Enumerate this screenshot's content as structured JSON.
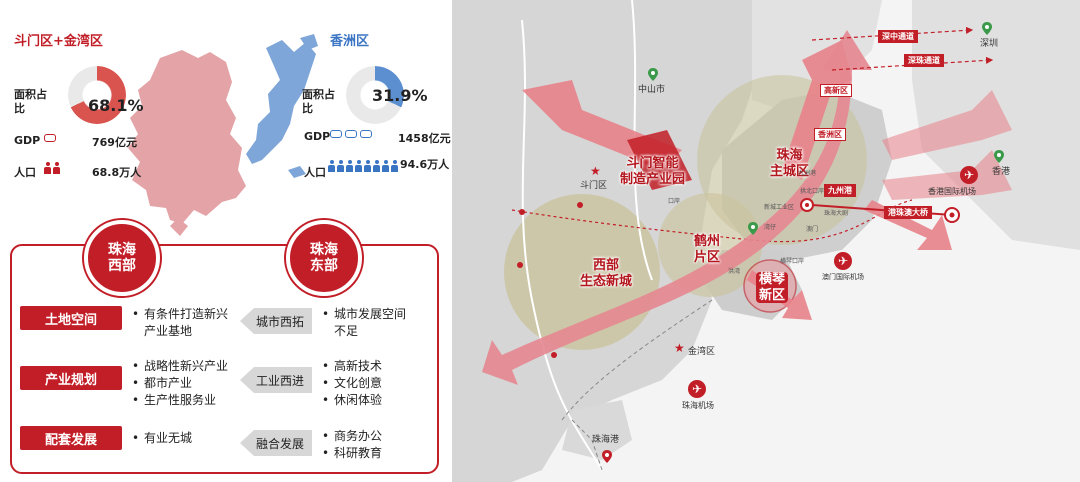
{
  "left": {
    "doumen": {
      "title": "斗门区+金湾区",
      "area_label": "面积占比",
      "area_pct": "68.1%",
      "area_fraction": 0.681,
      "gdp_label": "GDP",
      "gdp_value": "769亿元",
      "pop_label": "人口",
      "pop_value": "68.8万人",
      "color": "#d9534f"
    },
    "xiangzhou": {
      "title": "香洲区",
      "area_label": "面积占比",
      "area_pct": "31.9%",
      "area_fraction": 0.319,
      "gdp_label": "GDP",
      "gdp_value": "1458亿元",
      "pop_label": "人口",
      "pop_value": "94.6万人",
      "color": "#5b8fd0"
    },
    "west_badge": "珠海\n西部",
    "east_badge": "珠海\n东部",
    "rows": [
      {
        "category": "土地空间",
        "west_items": [
          "有条件打造新兴产业基地"
        ],
        "arrow": "城市西拓",
        "east_items": [
          "城市发展空间不足"
        ]
      },
      {
        "category": "产业规划",
        "west_items": [
          "战略性新兴产业",
          "都市产业",
          "生产性服务业"
        ],
        "arrow": "工业西进",
        "east_items": [
          "高新技术",
          "文化创意",
          "休闲体验"
        ]
      },
      {
        "category": "配套发展",
        "west_items": [
          "有业无城"
        ],
        "arrow": "融合发展",
        "east_items": [
          "商务办公",
          "科研教育"
        ]
      }
    ]
  },
  "map": {
    "cities": {
      "zhongshan": "中山市",
      "shenzhen": "深圳",
      "hongkong": "香港",
      "doumen": "斗门区",
      "jinwan": "金湾区"
    },
    "airports": {
      "hk": "香港国际机场",
      "macau": "澳门国际机场",
      "zhuhai": "珠海机场"
    },
    "port": "珠海港",
    "zones": {
      "west": "西部\n生态新城",
      "hezhou": "鹤州\n片区",
      "main": "珠海\n主城区",
      "doumen_park": "斗门智能\n制造产业园",
      "hengqin": "横琴\n新区"
    },
    "tags": {
      "shenzhong": "深中通道",
      "shenzhu": "深珠通道",
      "gaoxin": "高新区",
      "xiangzhou": "香洲区",
      "jiuzhougang": "九州港",
      "hzmb": "港珠澳大桥"
    },
    "small_labels": {
      "jiuzhou_port": "九洲港",
      "gongbei": "拱北口岸",
      "zhuhai_dajuyuan": "珠海大剧",
      "macau": "澳门",
      "hengqin_port": "横琴口岸",
      "hongwan": "洪湾",
      "xinwan": "湾仔",
      "zhuhai_industrial": "新城工业区",
      "port_area": "口岸"
    },
    "colors": {
      "accent": "#c21e27",
      "arrow": "#e8828a",
      "zone_fill": "#c9c29a",
      "land": "#d8d8d8"
    }
  }
}
